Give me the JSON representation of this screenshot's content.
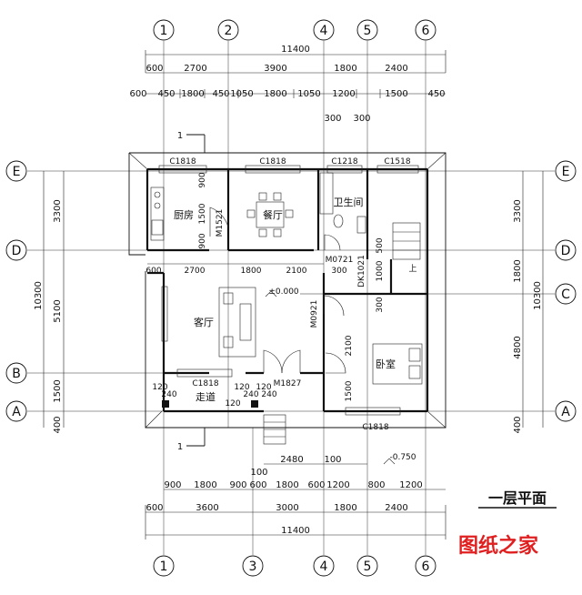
{
  "grid_top": [
    "1",
    "2",
    "4",
    "5",
    "6"
  ],
  "grid_bottom": [
    "1",
    "3",
    "4",
    "5",
    "6"
  ],
  "grid_rows": [
    "E",
    "D",
    "C",
    "B",
    "A"
  ],
  "dims_top": {
    "total": "11400",
    "row1": [
      "600",
      "2700",
      "3900",
      "1800",
      "2400"
    ],
    "row2": [
      "600",
      "450",
      "1800",
      "450",
      "1050",
      "1800",
      "1050",
      "1200",
      "1500",
      "450"
    ],
    "small": [
      "300",
      "300"
    ]
  },
  "dims_left": {
    "total": "10300",
    "row1": [
      "3300",
      "5100",
      "1500",
      "400"
    ]
  },
  "dims_right": {
    "total": "10300",
    "row1": [
      "3300",
      "1800",
      "4800",
      "400"
    ]
  },
  "dims_bottom": {
    "row0": [
      "2480",
      "100"
    ],
    "row1": [
      "900",
      "1800",
      "900",
      "600",
      "1800",
      "600",
      "1200",
      "800",
      "1200"
    ],
    "row2": [
      "600",
      "3600",
      "3000",
      "1800",
      "2400"
    ],
    "total": "11400",
    "small": "100"
  },
  "openings": {
    "c1818_kitchen": "C1818",
    "c1818_dining": "C1818",
    "c1218": "C1218",
    "c1518": "C1518",
    "m1521": "M1521",
    "m0721": "M0721",
    "dk1021": "DK1021",
    "m0921": "M0921",
    "m1827": "M1827",
    "c1818_corridor": "C1818",
    "c1818_bed": "C1818"
  },
  "interior_dims": {
    "d1500": "1500",
    "d900a": "900",
    "d900b": "900",
    "d2700": "2700",
    "d1800": "1800",
    "d2100": "2100",
    "d300a": "300",
    "d500": "500",
    "d1000": "1000",
    "d300b": "300",
    "d2100v": "2100",
    "d1500v": "1500",
    "d600": "600",
    "d120a": "120",
    "d120b": "120",
    "d120c": "120",
    "d120d": "120",
    "d240a": "240",
    "d240b": "240",
    "d240c": "240"
  },
  "rooms": {
    "kitchen": "厨房",
    "dining": "餐厅",
    "bath": "卫生间",
    "living": "客厅",
    "bedroom": "卧室",
    "corridor": "走道",
    "stair_up": "上"
  },
  "levels": {
    "floor": "±0.000",
    "outside": "-0.750"
  },
  "section_marks": [
    "1",
    "1"
  ],
  "plan_title": "一层平面",
  "watermark": "图纸之家",
  "colors": {
    "line": "#111111",
    "watermark": "#e02020"
  }
}
